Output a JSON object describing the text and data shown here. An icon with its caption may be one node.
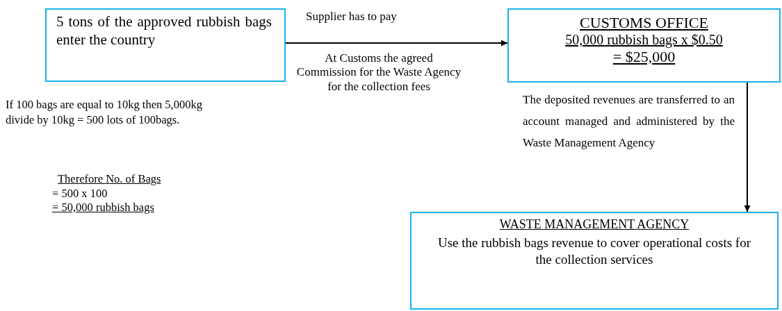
{
  "diagram": {
    "nodes": [
      {
        "text": [
          "5 tons of the approved rubbish bags enter the country"
        ]
      },
      {
        "text": [
          "CUSTOMS OFFICE",
          "50,000 rubbish bags x $0.50",
          "= $25,000"
        ]
      },
      {
        "text": [
          "WASTE MANAGEMENT AGENCY",
          "Use the rubbish bags revenue to cover operational costs for the collection services"
        ]
      }
    ],
    "edges": [
      {
        "from": 0,
        "to": 1,
        "arrow": "to",
        "label": "Supplier has to pay"
      },
      {
        "from": 1,
        "to": 2,
        "arrow": "to",
        "label": "The deposited revenues are transferred to an account managed and administered by the Waste Management Agency"
      }
    ],
    "labels": [
      "At Customs the agreed Commission for the Waste Agency for the collection fees",
      "If 100 bags are equal to 10kg then 5,000kg divide by 10kg = 500 lots of 100bags.",
      "Therefore No. of Bags",
      "= 500 x 100",
      "= 50,000 rubbish bags"
    ]
  }
}
